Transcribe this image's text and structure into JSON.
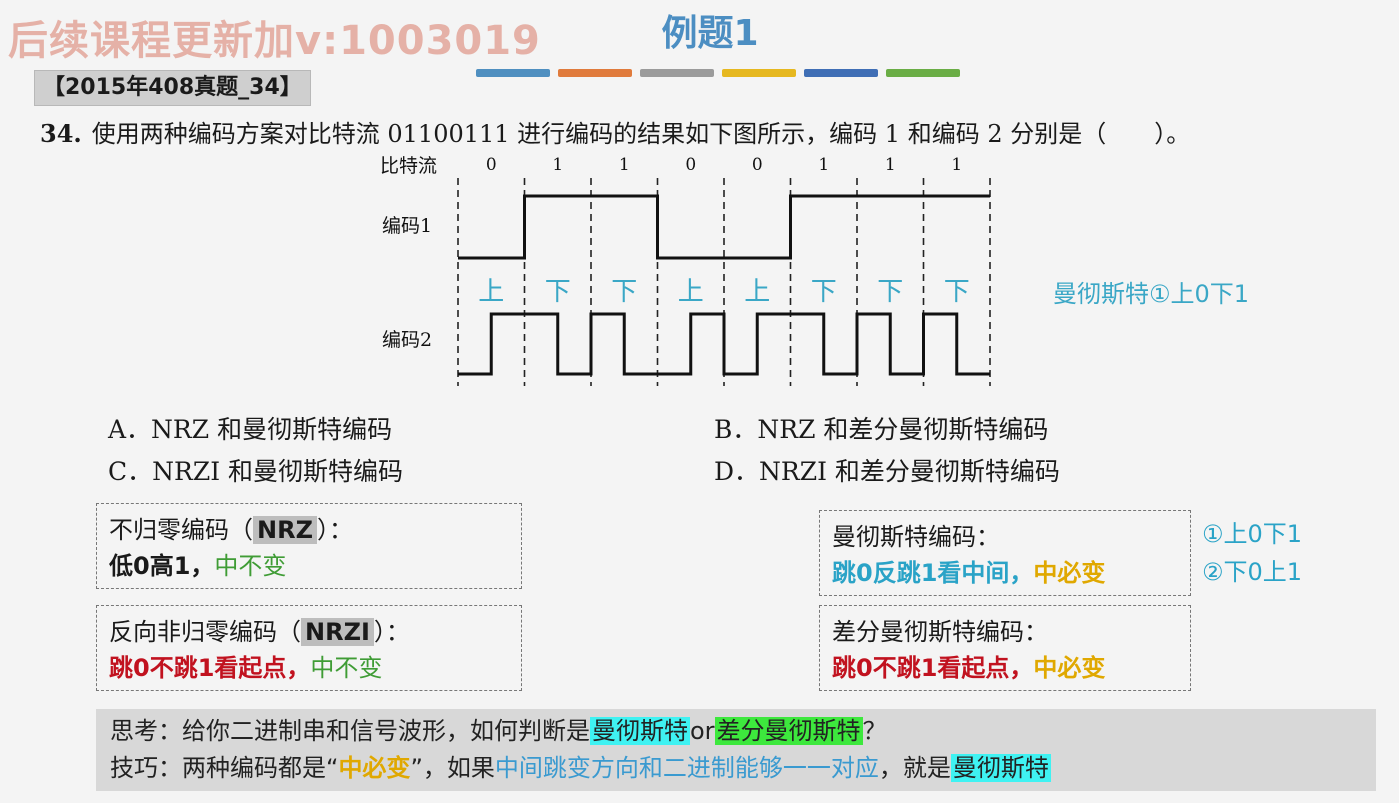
{
  "header": {
    "watermark": "后续课程更新加v:1003019",
    "title": "例题1",
    "bar_colors": [
      "#4f8fc0",
      "#e07b3c",
      "#9b9b9b",
      "#e6b820",
      "#3f6eb5",
      "#6aad45"
    ],
    "source_tag": "【2015年408真题_34】"
  },
  "question": {
    "number": "34.",
    "text": "使用两种编码方案对比特流 01100111 进行编码的结果如下图所示，编码 1 和编码 2 分别是（　　）。"
  },
  "diagram": {
    "bitstream_label": "比特流",
    "bits": [
      "0",
      "1",
      "1",
      "0",
      "0",
      "1",
      "1",
      "1"
    ],
    "code1_label": "编码1",
    "code2_label": "编码2",
    "code1_levels": [
      0,
      1,
      1,
      0,
      0,
      1,
      1,
      1
    ],
    "code2_first_half": [
      0,
      1,
      1,
      0,
      0,
      1,
      1,
      1
    ],
    "directions": [
      "上",
      "下",
      "下",
      "上",
      "上",
      "下",
      "下",
      "下"
    ],
    "manchester_title": "曼彻斯特①上0下1"
  },
  "options": {
    "a": "A．NRZ 和曼彻斯特编码",
    "b": "B．NRZ 和差分曼彻斯特编码",
    "c": "C．NRZI 和曼彻斯特编码",
    "d": "D．NRZI 和差分曼彻斯特编码"
  },
  "notes": {
    "nrz": {
      "title_pre": "不归零编码（",
      "tag": "NRZ",
      "title_post": "）：",
      "line_a": "低0高1，",
      "line_b": "中不变"
    },
    "nrzi": {
      "title_pre": "反向非归零编码（",
      "tag": "NRZI",
      "title_post": "）：",
      "line_a": "跳0不跳1看起点，",
      "line_b": "中不变"
    },
    "manchester": {
      "title": "曼彻斯特编码：",
      "line_a": "跳0反跳1看中间，",
      "line_b": "中必变"
    },
    "diff_manchester": {
      "title": "差分曼彻斯特编码：",
      "line_a": "跳0不跳1看起点，",
      "line_b": "中必变"
    },
    "side_1": "①上0下1",
    "side_2": "②下0上1"
  },
  "think": {
    "l1_a": "思考：给你二进制串和信号波形，如何判断是",
    "l1_b": "曼彻斯特",
    "l1_c": "or",
    "l1_d": "差分曼彻斯特",
    "l1_e": "？",
    "l2_a": "技巧：两种编码都是“",
    "l2_b": "中必变",
    "l2_c": "”，如果",
    "l2_d": "中间跳变方向和二进制能够一一对应",
    "l2_e": "，就是",
    "l2_f": "曼彻斯特"
  }
}
